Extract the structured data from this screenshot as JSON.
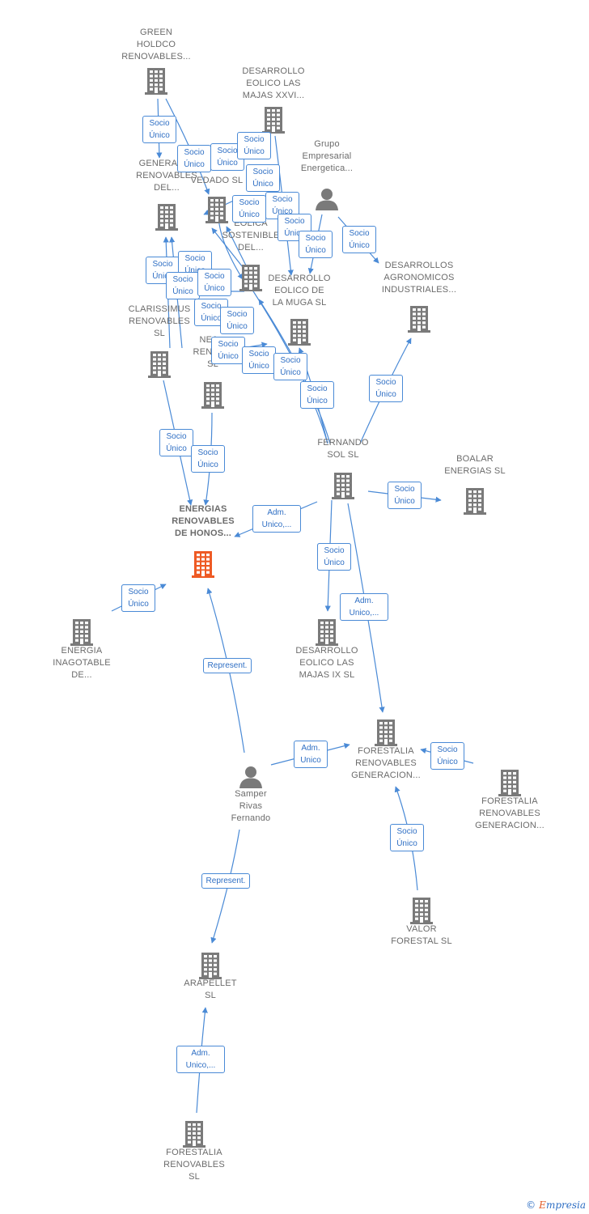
{
  "colors": {
    "edge": "#4a8ad6",
    "node": "#7a7a7a",
    "focus": "#ee5a24",
    "label": "#6b6b6b"
  },
  "nodes": [
    {
      "id": "green",
      "lines": [
        "GREEN",
        "HOLDCO",
        "RENOVABLES..."
      ],
      "icon": "building-icon"
    },
    {
      "id": "majas26",
      "lines": [
        "DESARROLLO",
        "EOLICO LAS",
        "MAJAS XXVI..."
      ],
      "icon": "building-icon"
    },
    {
      "id": "grupo",
      "lines": [
        "Grupo",
        "Empresarial",
        "Energetica..."
      ],
      "icon": "person-icon"
    },
    {
      "id": "generac",
      "lines": [
        "GENERACI...",
        "RENOVABLES",
        "DEL..."
      ],
      "icon": "building-icon"
    },
    {
      "id": "vedado",
      "lines": [
        "EOLICA EL",
        "VEDADO SL"
      ],
      "icon": "building-icon"
    },
    {
      "id": "sostenible",
      "lines": [
        "EOLICA",
        "SOSTENIBLE",
        "DEL..."
      ],
      "icon": "building-icon"
    },
    {
      "id": "agronomicos",
      "lines": [
        "DESARROLLOS",
        "AGRONOMICOS",
        "INDUSTRIALES..."
      ],
      "icon": "building-icon"
    },
    {
      "id": "muga",
      "lines": [
        "DESARROLLO",
        "EOLICO DE",
        "LA MUGA SL"
      ],
      "icon": "building-icon"
    },
    {
      "id": "clarissimus",
      "lines": [
        "CLARISSIMUS",
        "RENOVABLES",
        "SL"
      ],
      "icon": "building-icon"
    },
    {
      "id": "nea",
      "lines": [
        "NEA...",
        "RENOV...",
        "SL"
      ],
      "icon": "building-icon"
    },
    {
      "id": "fernando",
      "lines": [
        "FERNANDO",
        "SOL SL"
      ],
      "icon": "building-icon"
    },
    {
      "id": "boalar",
      "lines": [
        "BOALAR",
        "ENERGIAS  SL"
      ],
      "icon": "building-icon"
    },
    {
      "id": "honos",
      "lines": [
        "ENERGIAS",
        "RENOVABLES",
        "DE HONOS..."
      ],
      "icon": "building-icon",
      "main": true
    },
    {
      "id": "inagotable",
      "lines": [
        "ENERGIA",
        "INAGOTABLE",
        "DE..."
      ],
      "icon": "building-icon"
    },
    {
      "id": "majas9",
      "lines": [
        "DESARROLLO",
        "EOLICO LAS",
        "MAJAS IX  SL"
      ],
      "icon": "building-icon"
    },
    {
      "id": "forestgen",
      "lines": [
        "FORESTALIA",
        "RENOVABLES",
        "GENERACION..."
      ],
      "icon": "building-icon"
    },
    {
      "id": "forestgen2",
      "lines": [
        "FORESTALIA",
        "RENOVABLES",
        "GENERACION..."
      ],
      "icon": "building-icon"
    },
    {
      "id": "samper",
      "lines": [
        "Samper",
        "Rivas",
        "Fernando"
      ],
      "icon": "person-icon"
    },
    {
      "id": "valor",
      "lines": [
        "VALOR",
        "FORESTAL SL"
      ],
      "icon": "building-icon"
    },
    {
      "id": "arapellet",
      "lines": [
        "ARAPELLET",
        "SL"
      ],
      "icon": "building-icon"
    },
    {
      "id": "forestsl",
      "lines": [
        "FORESTALIA",
        "RENOVABLES",
        "SL"
      ],
      "icon": "building-icon"
    }
  ],
  "edge_labels": [
    {
      "id": "e1",
      "lines": [
        "Socio",
        "Único"
      ]
    },
    {
      "id": "e2",
      "lines": [
        "Socio",
        "Único"
      ]
    },
    {
      "id": "e3",
      "lines": [
        "Socio",
        "Único"
      ]
    },
    {
      "id": "e4",
      "lines": [
        "Socio",
        "Único"
      ]
    },
    {
      "id": "e5",
      "lines": [
        "Socio",
        "Único"
      ]
    },
    {
      "id": "e6",
      "lines": [
        "Socio",
        "Único"
      ]
    },
    {
      "id": "e7",
      "lines": [
        "Socio",
        "Único"
      ]
    },
    {
      "id": "e8",
      "lines": [
        "Socio",
        "Único"
      ]
    },
    {
      "id": "e9",
      "lines": [
        "Socio",
        "Único"
      ]
    },
    {
      "id": "e10",
      "lines": [
        "Socio",
        "Único"
      ]
    },
    {
      "id": "e11",
      "lines": [
        "Socio",
        "Único"
      ]
    },
    {
      "id": "e12",
      "lines": [
        "Socio",
        "Único"
      ]
    },
    {
      "id": "e13",
      "lines": [
        "Socio",
        "Único"
      ]
    },
    {
      "id": "e14",
      "lines": [
        "Socio",
        "Único"
      ]
    },
    {
      "id": "e15",
      "lines": [
        "Socio",
        "Único"
      ]
    },
    {
      "id": "e16",
      "lines": [
        "Socio",
        "Único"
      ]
    },
    {
      "id": "e17",
      "lines": [
        "Socio",
        "Único"
      ]
    },
    {
      "id": "e18",
      "lines": [
        "Socio",
        "Único"
      ]
    },
    {
      "id": "e19",
      "lines": [
        "Socio",
        "Único"
      ]
    },
    {
      "id": "e20",
      "lines": [
        "Socio",
        "Único"
      ]
    },
    {
      "id": "e21",
      "lines": [
        "Socio",
        "Único"
      ]
    },
    {
      "id": "e22",
      "lines": [
        "Socio",
        "Único"
      ]
    },
    {
      "id": "e23",
      "lines": [
        "Socio",
        "Único"
      ]
    },
    {
      "id": "e24",
      "lines": [
        "Socio",
        "Único"
      ]
    },
    {
      "id": "e25",
      "lines": [
        "Adm.",
        "Unico,..."
      ]
    },
    {
      "id": "e26",
      "lines": [
        "Socio",
        "Único"
      ]
    },
    {
      "id": "e27",
      "lines": [
        "Socio",
        "Único"
      ]
    },
    {
      "id": "e28",
      "lines": [
        "Socio",
        "Único"
      ]
    },
    {
      "id": "e29",
      "lines": [
        "Socio",
        "Único"
      ]
    },
    {
      "id": "e30",
      "lines": [
        "Adm.",
        "Unico,..."
      ]
    },
    {
      "id": "e31",
      "lines": [
        "Represent."
      ]
    },
    {
      "id": "e32",
      "lines": [
        "Adm.",
        "Unico"
      ]
    },
    {
      "id": "e33",
      "lines": [
        "Socio",
        "Único"
      ]
    },
    {
      "id": "e34",
      "lines": [
        "Socio",
        "Único"
      ]
    },
    {
      "id": "e35",
      "lines": [
        "Represent."
      ]
    },
    {
      "id": "e36",
      "lines": [
        "Adm.",
        "Unico,..."
      ]
    }
  ],
  "footer": {
    "copyright": "©",
    "brand_initial": "E",
    "brand_rest": "mpresia"
  }
}
